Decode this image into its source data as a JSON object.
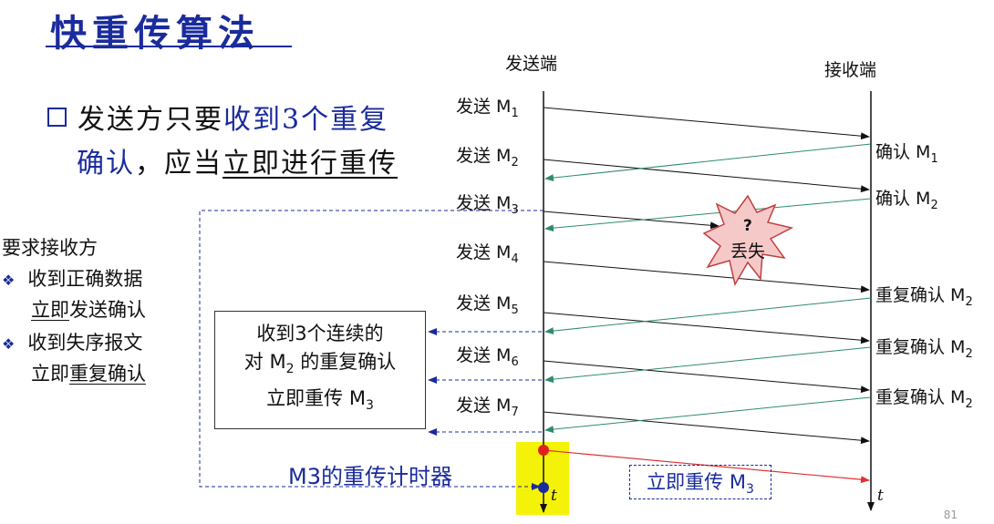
{
  "title": "快重传算法",
  "main_point": {
    "line1_prefix": "发送方只要",
    "line1_highlight": "收到3个重复",
    "line2_highlight": "确认",
    "line2_mid": "，应当",
    "line2_underline": "立即进行重传"
  },
  "requirements": {
    "heading": "要求接收方",
    "item1_line1": "收到正确数据",
    "item1_line2_underline": "立即",
    "item1_line2_rest": "发送确认",
    "item2_line1": "收到失序报文",
    "item2_line2_prefix": "立即",
    "item2_line2_underline": "重复确认"
  },
  "headers": {
    "sender": "发送端",
    "receiver": "接收端"
  },
  "send_labels": [
    {
      "text": "发送 M",
      "sub": "1"
    },
    {
      "text": "发送 M",
      "sub": "2"
    },
    {
      "text": "发送 M",
      "sub": "3"
    },
    {
      "text": "发送 M",
      "sub": "4"
    },
    {
      "text": "发送 M",
      "sub": "5"
    },
    {
      "text": "发送 M",
      "sub": "6"
    },
    {
      "text": "发送 M",
      "sub": "7"
    }
  ],
  "ack_labels": [
    {
      "text": "确认 M",
      "sub": "1"
    },
    {
      "text": "确认 M",
      "sub": "2"
    },
    {
      "text": "重复确认 M",
      "sub": "2"
    },
    {
      "text": "重复确认 M",
      "sub": "2"
    },
    {
      "text": "重复确认 M",
      "sub": "2"
    }
  ],
  "lost": {
    "mark": "?",
    "text": "丢失"
  },
  "note": {
    "line1": "收到3个连续的",
    "line2_a": "对 M",
    "line2_sub": "2",
    "line2_b": " 的重复确认",
    "line3_a": "立即重传 M",
    "line3_sub": "3"
  },
  "timer_label": "M3的重传计时器",
  "retransmit": {
    "text": "立即重传 M",
    "sub": "3"
  },
  "time_axis": "t",
  "page_number": "81",
  "colors": {
    "accent": "#1a2b9c",
    "ack": "#2e8b6e",
    "retransmit": "#e03030",
    "timer_bg": "#f5f20a"
  }
}
